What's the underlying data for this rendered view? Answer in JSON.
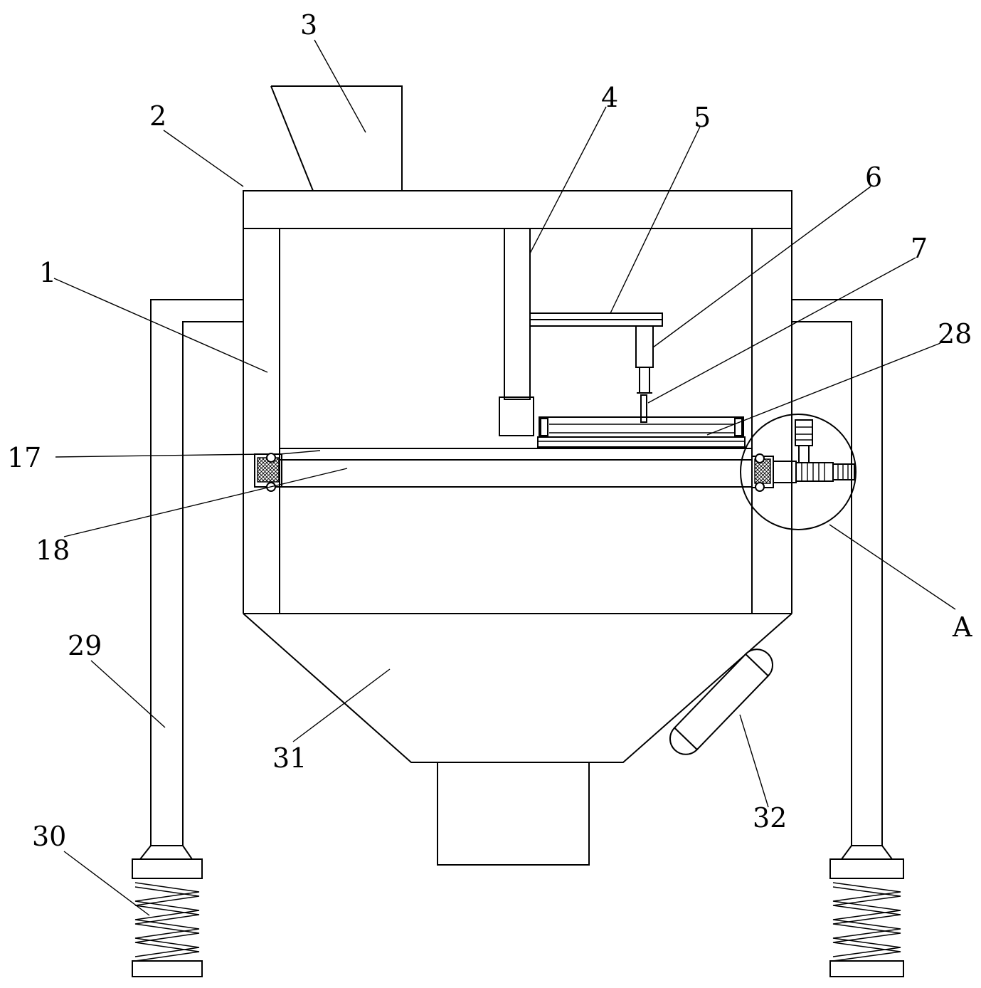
{
  "figure": {
    "labels": {
      "l1": "1",
      "l2": "2",
      "l3": "3",
      "l4": "4",
      "l5": "5",
      "l6": "6",
      "l7": "7",
      "l17": "17",
      "l18": "18",
      "l28": "28",
      "l29": "29",
      "l30": "30",
      "l31": "31",
      "l32": "32",
      "lA": "A"
    }
  }
}
